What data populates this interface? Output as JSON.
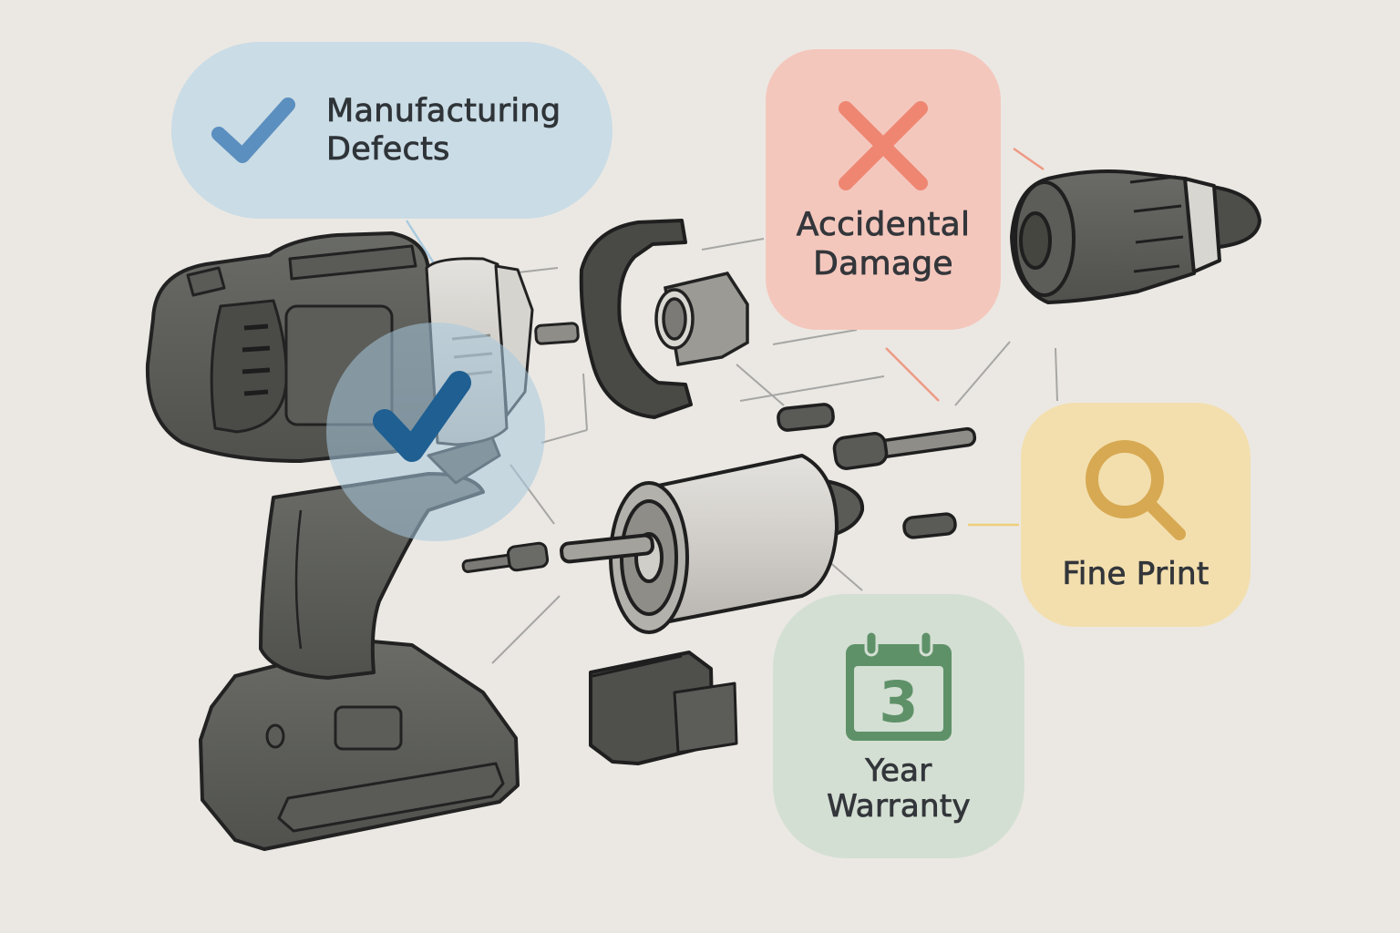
{
  "illustration": {
    "subject": "Exploded view of a cordless drill",
    "background_color": "#ebe8e3",
    "parts": [
      "drill-body",
      "motor-housing-sleeve",
      "gearbox-clamp",
      "planetary-gear",
      "keyless-chuck",
      "motor",
      "spindle-shaft",
      "pin-small-1",
      "pin-small-2",
      "stepped-pin",
      "battery-connector-block",
      "battery-pack"
    ]
  },
  "callouts": {
    "manufacturing_defects": {
      "label_line1": "Manufacturing",
      "label_line2": "Defects",
      "icon": "checkmark-icon",
      "status": "covered",
      "color": "#5b8fbf",
      "bg": "#c4d9e5"
    },
    "accidental_damage": {
      "label_line1": "Accidental",
      "label_line2": "Damage",
      "icon": "x-mark-icon",
      "status": "not-covered",
      "color": "#ee8672",
      "bg": "#f4c7bd"
    },
    "fine_print": {
      "label": "Fine Print",
      "icon": "magnifier-icon",
      "color": "#d7a952",
      "bg": "#f3dfae"
    },
    "warranty": {
      "calendar_number": "3",
      "label_line1": "Year",
      "label_line2": "Warranty",
      "icon": "calendar-icon",
      "color": "#5e9168",
      "bg": "#d4dfd3"
    }
  },
  "overlay_badge": {
    "icon": "checkmark-icon",
    "color": "#1f5f92"
  }
}
